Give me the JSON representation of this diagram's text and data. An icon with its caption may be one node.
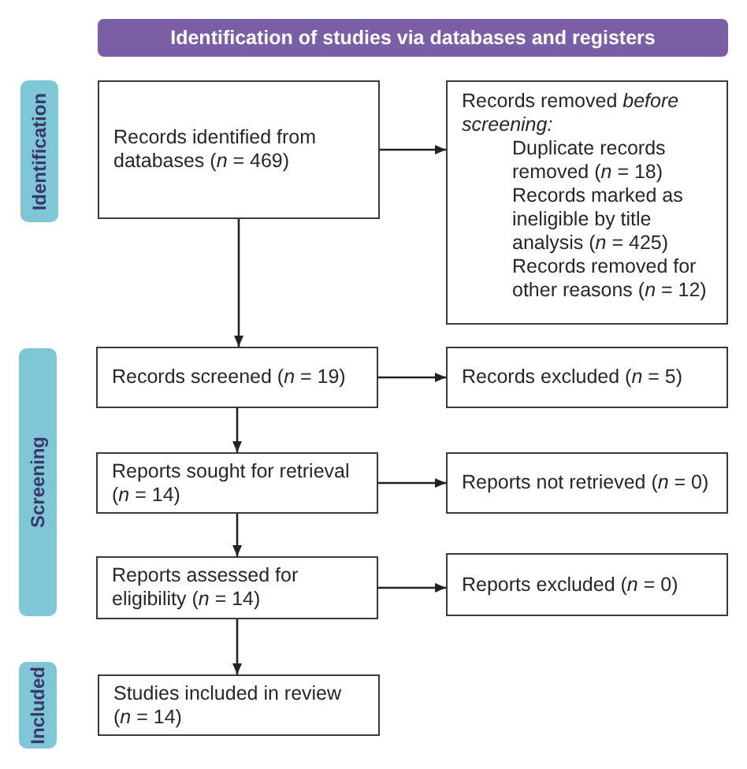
{
  "diagram": {
    "nodes": [
      {
        "text": [
          "Identification of studies via databases and registers"
        ]
      },
      {
        "text": [
          "Identification"
        ]
      },
      {
        "text": [
          "Screening"
        ]
      },
      {
        "text": [
          "Included"
        ]
      },
      {
        "text": [
          "Records identified from databases (*n* = 469)"
        ]
      },
      {
        "text": [
          "Records removed *before screening:*",
          "Duplicate records removed (*n* = 18)",
          "Records marked as ineligible by title analysis (*n* = 425)",
          "Records removed for other reasons (*n* = 12)"
        ]
      },
      {
        "text": [
          "Records screened (*n* = 19)"
        ]
      },
      {
        "text": [
          "Records excluded (*n* = 5)"
        ]
      },
      {
        "text": [
          "Reports sought for retrieval (*n* = 14)"
        ]
      },
      {
        "text": [
          "Reports not retrieved (*n* = 0)"
        ]
      },
      {
        "text": [
          "Reports assessed for eligibility (*n* = 14)"
        ]
      },
      {
        "text": [
          "Reports excluded (*n* = 0)"
        ]
      },
      {
        "text": [
          "Studies included in review (*n* = 14)"
        ]
      }
    ],
    "edges": [
      {
        "from": 4,
        "to": 5,
        "arrow": "to"
      },
      {
        "from": 4,
        "to": 6,
        "arrow": "to"
      },
      {
        "from": 6,
        "to": 7,
        "arrow": "to"
      },
      {
        "from": 6,
        "to": 8,
        "arrow": "to"
      },
      {
        "from": 8,
        "to": 9,
        "arrow": "to"
      },
      {
        "from": 8,
        "to": 10,
        "arrow": "to"
      },
      {
        "from": 10,
        "to": 11,
        "arrow": "to"
      },
      {
        "from": 10,
        "to": 12,
        "arrow": "to"
      }
    ]
  }
}
